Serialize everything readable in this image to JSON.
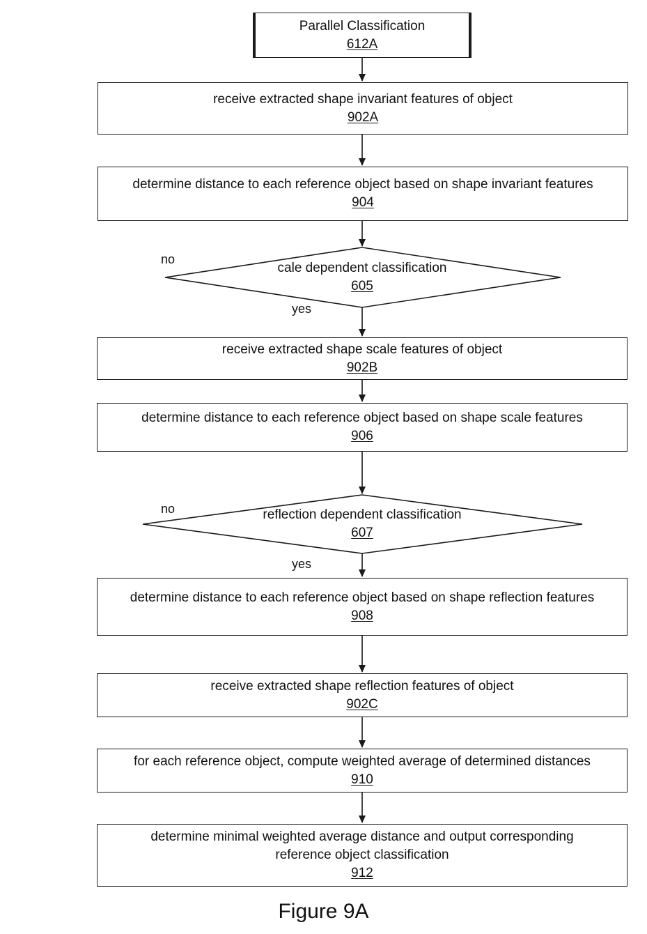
{
  "flowchart": {
    "start": {
      "text": "Parallel Classification",
      "ref": "612A"
    },
    "steps": [
      {
        "text": "receive extracted shape invariant features of object",
        "ref": "902A"
      },
      {
        "text": "determine distance to each reference object based on shape invariant features",
        "ref": "904"
      }
    ],
    "decision_scale": {
      "text": "cale dependent classification",
      "ref": "605",
      "no_label": "no",
      "yes_label": "yes"
    },
    "scale_steps": [
      {
        "text": "receive extracted shape scale features of object",
        "ref": "902B"
      },
      {
        "text": "determine distance to each reference object based on shape scale features",
        "ref": "906"
      }
    ],
    "decision_reflection": {
      "text": "reflection dependent classification",
      "ref": "607",
      "no_label": "no",
      "yes_label": "yes"
    },
    "reflection_steps": [
      {
        "text": "determine distance to each reference object based on shape reflection features",
        "ref": "908"
      },
      {
        "text": "receive extracted shape reflection features of object",
        "ref": "902C"
      }
    ],
    "final_steps": [
      {
        "text": "for each reference object, compute weighted average of determined distances",
        "ref": "910"
      },
      {
        "text_line1": "determine minimal weighted average distance and output corresponding",
        "text_line2": "reference object classification",
        "ref": "912"
      }
    ]
  },
  "caption": "Figure 9A",
  "colors": {
    "line": "#1a1a1a",
    "background": "#ffffff",
    "text": "#111111"
  }
}
